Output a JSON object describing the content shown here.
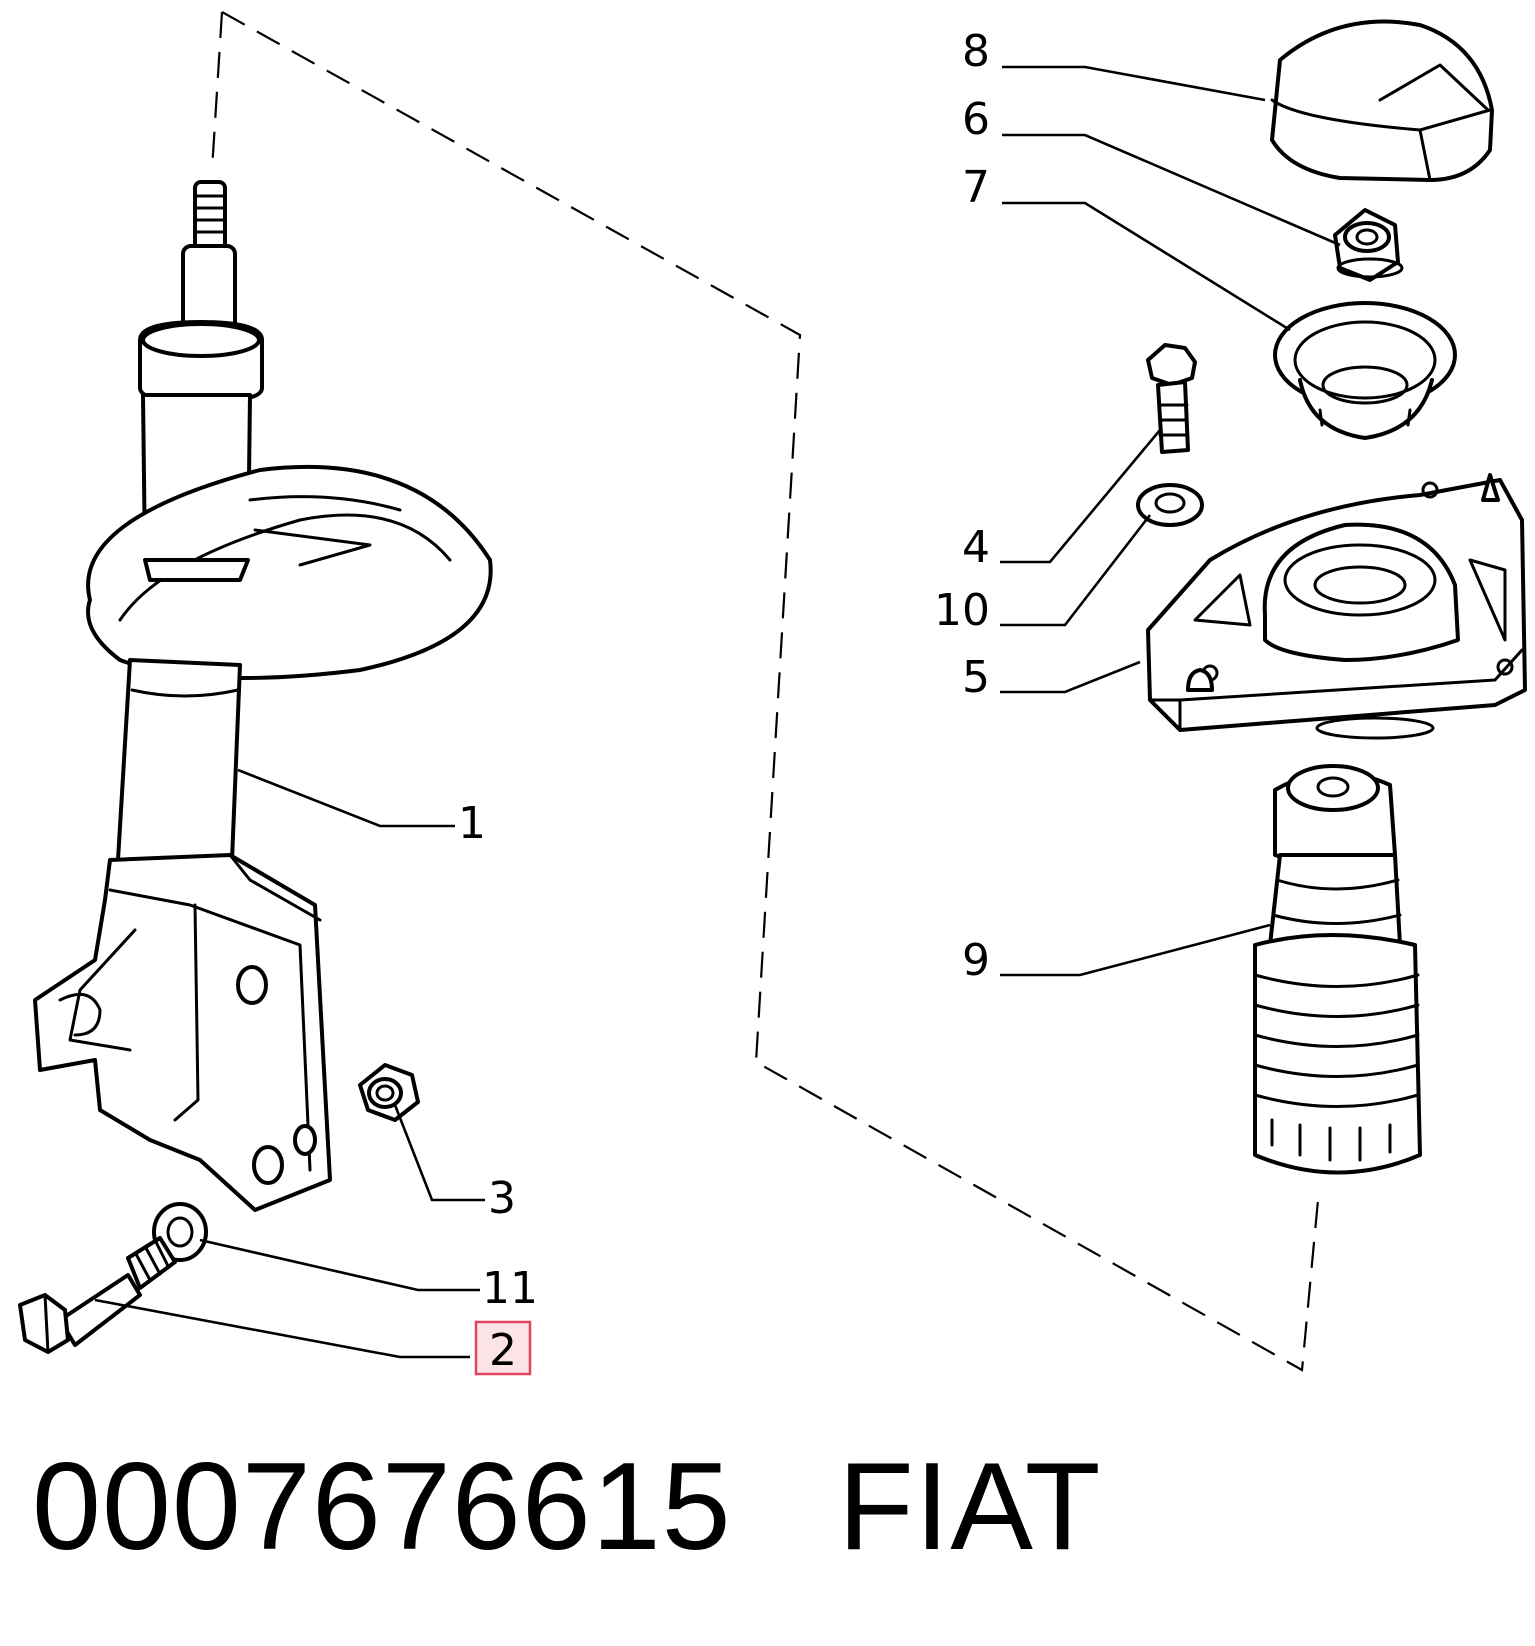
{
  "callouts": {
    "c1": "1",
    "c2": "2",
    "c3": "3",
    "c4": "4",
    "c5": "5",
    "c6": "6",
    "c7": "7",
    "c8": "8",
    "c9": "9",
    "c10": "10",
    "c11": "11"
  },
  "highlighted_callout": "2",
  "footer": {
    "part_number": "0007676615",
    "brand": "FIAT"
  },
  "colors": {
    "highlight_fill": "#fbe3e6",
    "highlight_border": "#e0445a"
  }
}
